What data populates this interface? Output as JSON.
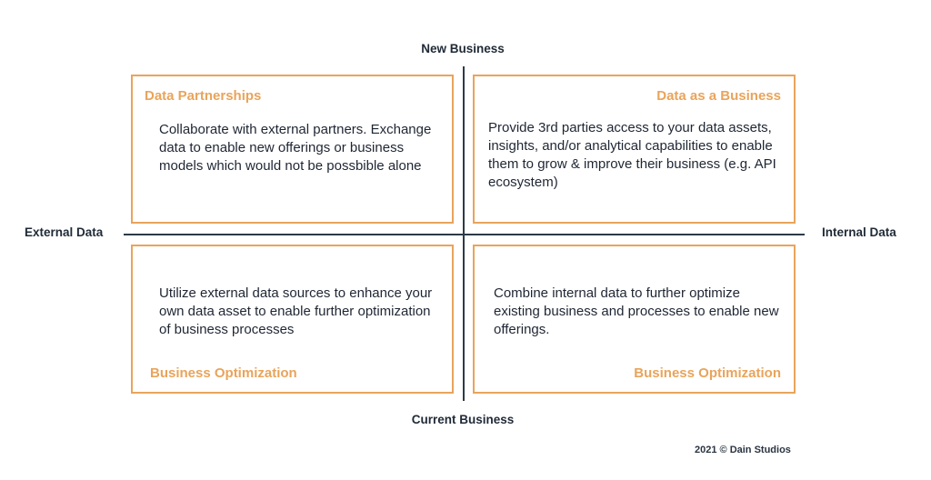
{
  "axes": {
    "top": "New Business",
    "bottom": "Current Business",
    "left": "External Data",
    "right": "Internal Data"
  },
  "quadrants": {
    "top_left": {
      "title": "Data Partnerships",
      "text": "Collaborate with external partners. Exchange data to enable new offerings or business models which would not be possbible alone"
    },
    "top_right": {
      "title": "Data as a Business",
      "text": "Provide 3rd parties access to your data assets, insights, and/or analytical capabilities to enable them to grow & improve their business (e.g. API ecosystem)"
    },
    "bottom_left": {
      "title": "Business Optimization",
      "text": "Utilize external data sources to enhance your own data asset to enable further optimization of business processes"
    },
    "bottom_right": {
      "title": "Business Optimization",
      "text": "Combine internal data to further optimize existing business and processes to enable new offerings."
    }
  },
  "footer": {
    "copyright": "2021 © Dain Studios"
  },
  "colors": {
    "accent": "#e9a45b",
    "axis_line": "#2d3a48",
    "text": "#1f2633"
  }
}
